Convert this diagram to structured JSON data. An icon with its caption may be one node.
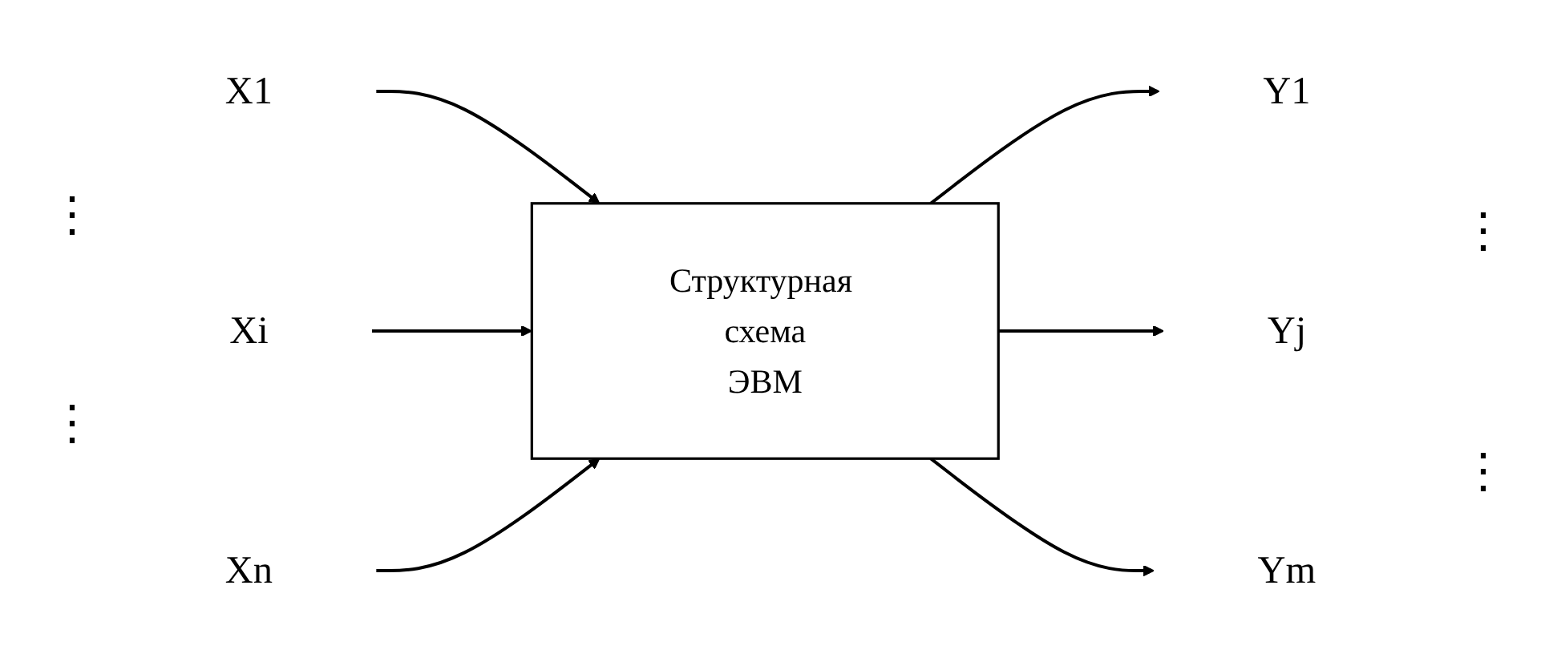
{
  "diagram": {
    "nodes": [
      {
        "text": [
          "X1"
        ]
      },
      {
        "text": [
          "Xi"
        ]
      },
      {
        "text": [
          "Xn"
        ]
      },
      {
        "text": [
          "Структурная схема",
          "ЭВМ"
        ]
      },
      {
        "text": [
          "Y1"
        ]
      },
      {
        "text": [
          "Yj"
        ]
      },
      {
        "text": [
          "Ym"
        ]
      }
    ],
    "edges": [
      {
        "from": 0,
        "to": 3,
        "arrow": "to"
      },
      {
        "from": 1,
        "to": 3,
        "arrow": "to"
      },
      {
        "from": 2,
        "to": 3,
        "arrow": "to"
      },
      {
        "from": 3,
        "to": 4,
        "arrow": "to"
      },
      {
        "from": 3,
        "to": 5,
        "arrow": "to"
      },
      {
        "from": 3,
        "to": 6,
        "arrow": "to"
      }
    ],
    "labels": [
      "⋮",
      "⋮",
      "⋮",
      "⋮"
    ]
  }
}
